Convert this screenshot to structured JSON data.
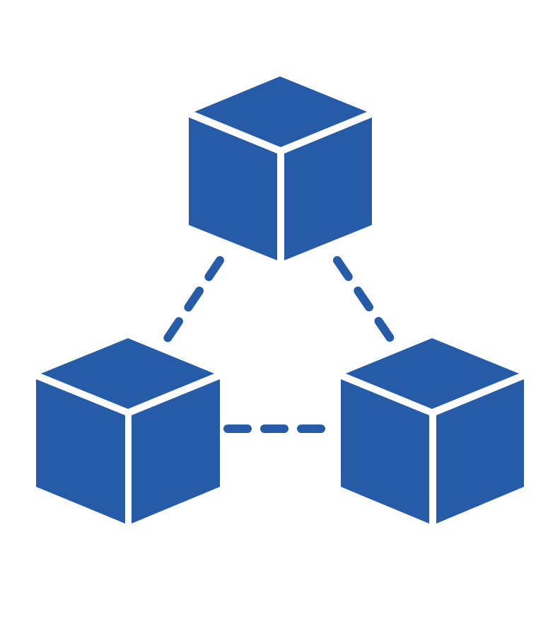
{
  "diagram": {
    "icon": "three-connected-cubes-icon",
    "colors": {
      "cube": "#265BA8",
      "edge_gap": "#FFFFFF",
      "connector": "#265BA8",
      "background": "#FFFFFF"
    },
    "nodes": [
      {
        "id": "top",
        "shape": "cube"
      },
      {
        "id": "left",
        "shape": "cube"
      },
      {
        "id": "right",
        "shape": "cube"
      }
    ],
    "edges": [
      {
        "from": "top",
        "to": "left",
        "style": "dashed"
      },
      {
        "from": "top",
        "to": "right",
        "style": "dashed"
      },
      {
        "from": "left",
        "to": "right",
        "style": "dashed"
      }
    ]
  }
}
